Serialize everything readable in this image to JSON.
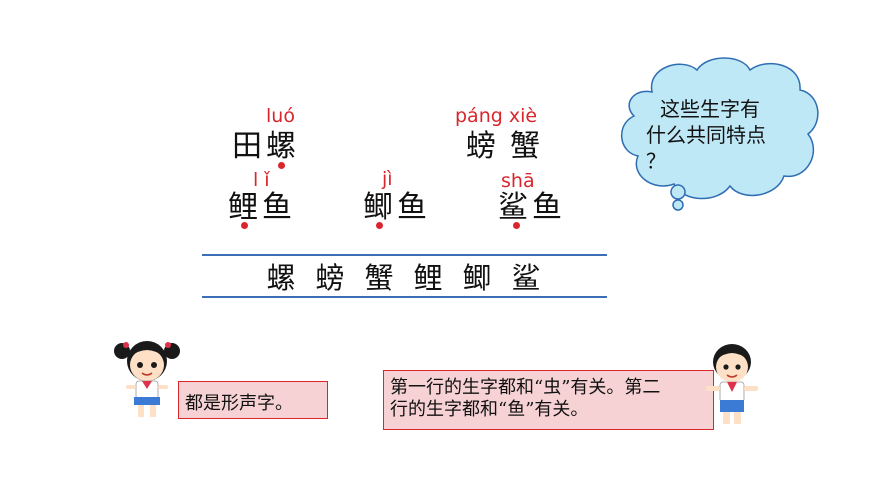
{
  "words": [
    {
      "pinyin": "luó",
      "text": "田螺"
    },
    {
      "pinyin": "páng  xiè",
      "text": "螃蟹"
    },
    {
      "pinyin": "lǐ",
      "text": "鲤鱼"
    },
    {
      "pinyin": "jì",
      "text": "鲫鱼"
    },
    {
      "pinyin": "shā",
      "text": "鲨鱼"
    }
  ],
  "characters": [
    "螺",
    "螃",
    "蟹",
    "鲤",
    "鲫",
    "鲨"
  ],
  "question": {
    "line1": "这些生字有",
    "line2": "什么共同特点",
    "line3": "？"
  },
  "girl_answer": "都是形声字。",
  "boy_answer": {
    "line1": "第一行的生字都和“虫”有关。第二",
    "line2": "行的生字都和“鱼”有关。"
  },
  "colors": {
    "pinyin": "#d9262c",
    "rule": "#3a6fb5",
    "cloud": "#bfe8f7",
    "answer_bg": "#f7d2d5"
  }
}
